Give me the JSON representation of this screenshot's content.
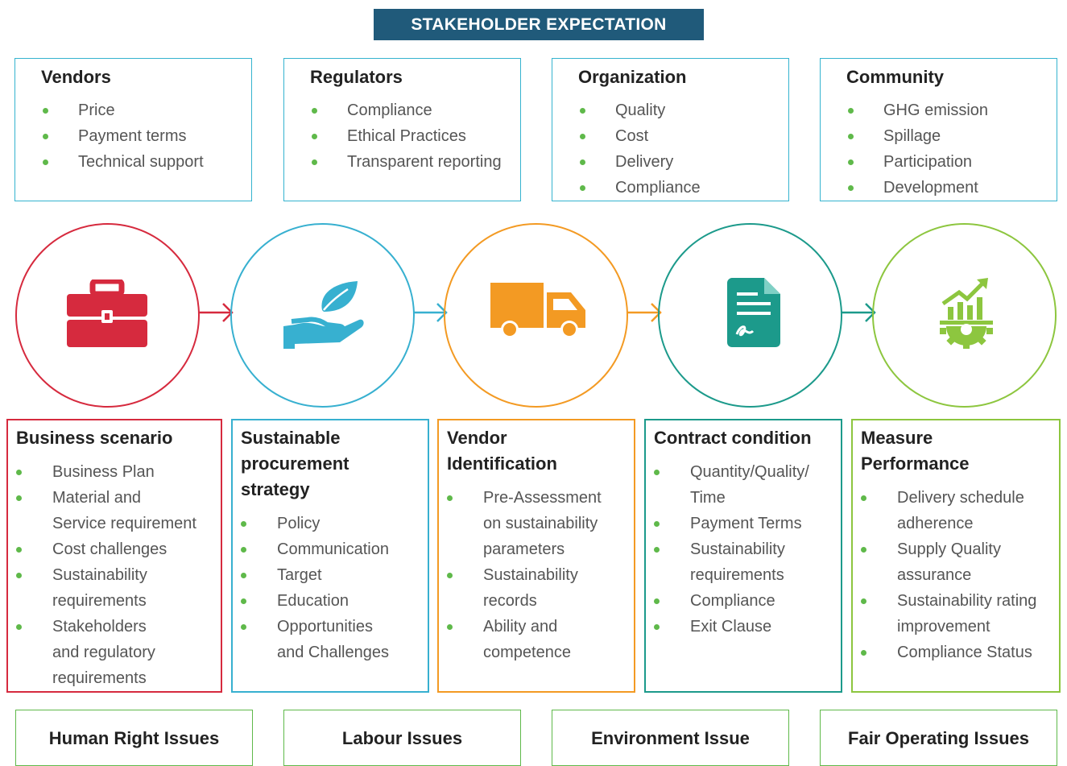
{
  "header": {
    "title": "STAKEHOLDER EXPECTATION"
  },
  "stakeholders": [
    {
      "title": "Vendors",
      "items": [
        "Price",
        "Payment terms",
        "Technical support"
      ]
    },
    {
      "title": "Regulators",
      "items": [
        "Compliance",
        "Ethical Practices",
        "Transparent reporting"
      ]
    },
    {
      "title": "Organization",
      "items": [
        "Quality",
        "Cost",
        "Delivery",
        "Compliance"
      ]
    },
    {
      "title": "Community",
      "items": [
        "GHG emission",
        "Spillage",
        "Participation",
        "Development"
      ]
    }
  ],
  "process": [
    {
      "icon": "briefcase-icon",
      "color": "#d62a3e",
      "title": "Business scenario",
      "items": [
        "Business Plan",
        "Material and\nService requirement",
        "Cost challenges",
        "Sustainability\nrequirements",
        "Stakeholders\nand regulatory\nrequirements"
      ]
    },
    {
      "icon": "hand-leaf-icon",
      "color": "#37b0d0",
      "title": "Sustainable\nprocurement\nstrategy",
      "items": [
        "Policy",
        "Communication",
        "Target",
        "Education",
        "Opportunities\nand Challenges"
      ]
    },
    {
      "icon": "delivery-truck-icon",
      "color": "#f39a23",
      "title": "Vendor\nIdentification",
      "items": [
        "Pre-Assessment\non sustainability\nparameters",
        "Sustainability\nrecords",
        "Ability and\ncompetence"
      ]
    },
    {
      "icon": "signed-contract-icon",
      "color": "#1c9a8b",
      "title": "Contract condition",
      "items": [
        "Quantity/Quality/\nTime",
        "Payment Terms",
        "Sustainability\nrequirements",
        "Compliance",
        "Exit Clause"
      ]
    },
    {
      "icon": "growth-gear-icon",
      "color": "#8dc63f",
      "title": "Measure\nPerformance",
      "items": [
        "Delivery schedule\nadherence",
        "Supply Quality\nassurance",
        "Sustainability rating\nimprovement",
        "Compliance Status"
      ]
    }
  ],
  "issues": [
    "Human Right Issues",
    "Labour Issues",
    "Environment Issue",
    "Fair Operating Issues"
  ]
}
